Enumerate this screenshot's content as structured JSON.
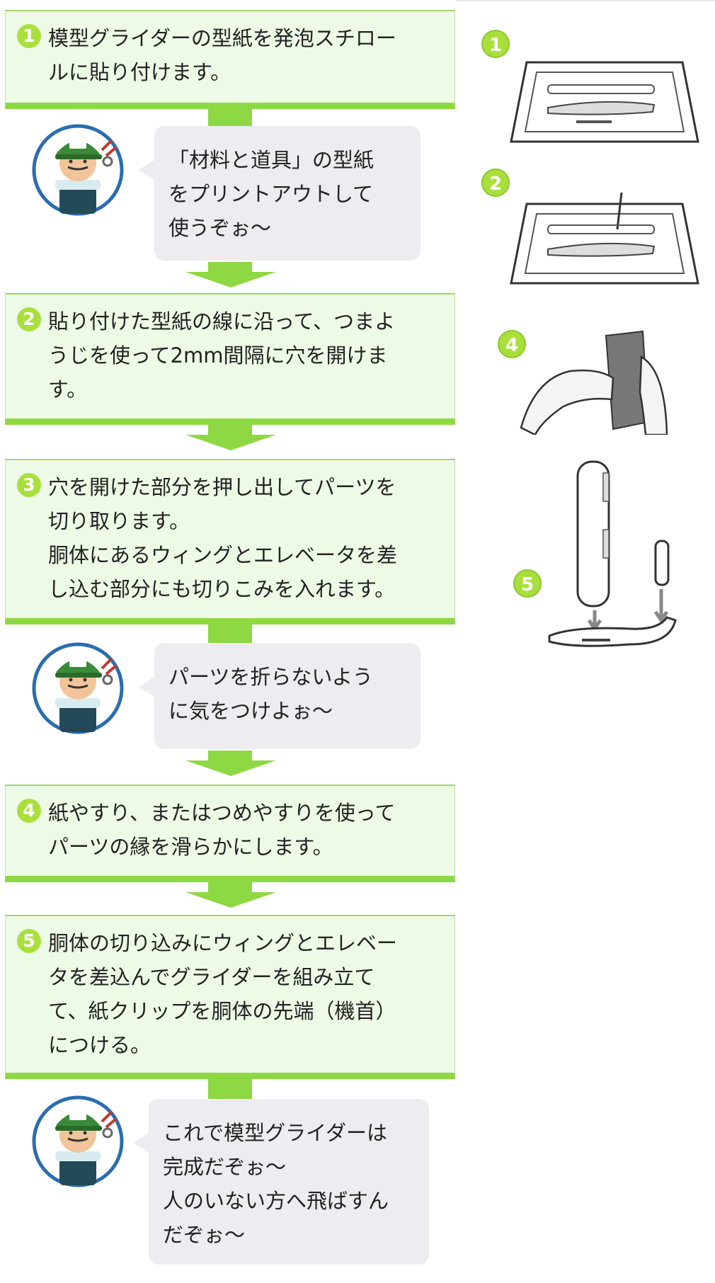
{
  "steps": [
    {
      "num": "1",
      "text": "模型グライダーの型紙を発泡スチロー\nルに貼り付けます。"
    },
    {
      "num": "2",
      "text": "貼り付けた型紙の線に沿って、つまよ\nうじを使って2mm間隔に穴を開けま\nす。"
    },
    {
      "num": "3",
      "text": "穴を開けた部分を押し出してパーツを\n切り取ります。\n胴体にあるウィングとエレベータを差\nし込む部分にも切りこみを入れます。"
    },
    {
      "num": "4",
      "text": "紙やすり、またはつめやすりを使って\nパーツの縁を滑らかにします。"
    },
    {
      "num": "5",
      "text": "胴体の切り込みにウィングとエレベー\nタを差込んでグライダーを組み立て\nて、紙クリップを胴体の先端（機首）\nにつける。"
    }
  ],
  "bubbles": [
    "「材料と道具」の型紙\nをプリントアウトして\n使うぞぉ〜",
    "パーツを折らないよう\nに気をつけよぉ〜",
    "これで模型グライダーは\n完成だぞぉ〜\n人のいない方へ飛ばすん\nだぞぉ〜"
  ],
  "illustrations": [
    {
      "badge": "1"
    },
    {
      "badge": "2"
    },
    {
      "badge": "4"
    },
    {
      "badge": "5"
    }
  ],
  "colors": {
    "accent_green": "#8ed843",
    "step_bg": "#edfbe6",
    "bubble_bg": "#ececf1"
  }
}
